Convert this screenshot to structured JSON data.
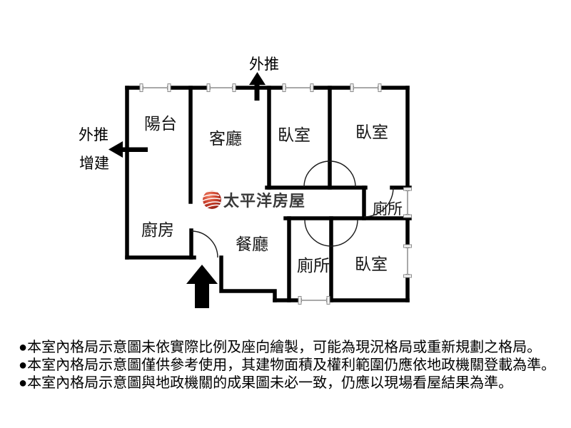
{
  "floor_plan": {
    "logo": {
      "brand": "太平洋房屋",
      "icon": "pacific-globe-icon",
      "icon_color": "#c0392b",
      "text_color": "#3a3a3a"
    },
    "rooms": [
      {
        "id": "balcony",
        "label": "陽台"
      },
      {
        "id": "living-room",
        "label": "客廳"
      },
      {
        "id": "bedroom-1",
        "label": "臥室"
      },
      {
        "id": "bedroom-2",
        "label": "臥室"
      },
      {
        "id": "toilet-1",
        "label": "廁所"
      },
      {
        "id": "kitchen",
        "label": "廚房"
      },
      {
        "id": "dining-room",
        "label": "餐廳"
      },
      {
        "id": "toilet-2",
        "label": "廁所"
      },
      {
        "id": "bedroom-3",
        "label": "臥室"
      }
    ],
    "annotations": {
      "push_out_top": "外推",
      "push_out_left_line1": "外推",
      "push_out_left_line2": "增建"
    },
    "colors": {
      "wall": "#000000",
      "window": "#a9a9a9",
      "door_arc": "#1a1a1a",
      "arrow": "#000000"
    }
  },
  "disclaimers": {
    "line1": "●本室內格局示意圖未依實際比例及座向繪製，可能為現況格局或重新規劃之格局。",
    "line2": "●本室內格局示意圖僅供參考使用，其建物面積及權利範圍仍應依地政機關登載為準。",
    "line3": "●本室內格局示意圖與地政機關的成果圖未必一致，仍應以現場看屋結果為準。"
  }
}
